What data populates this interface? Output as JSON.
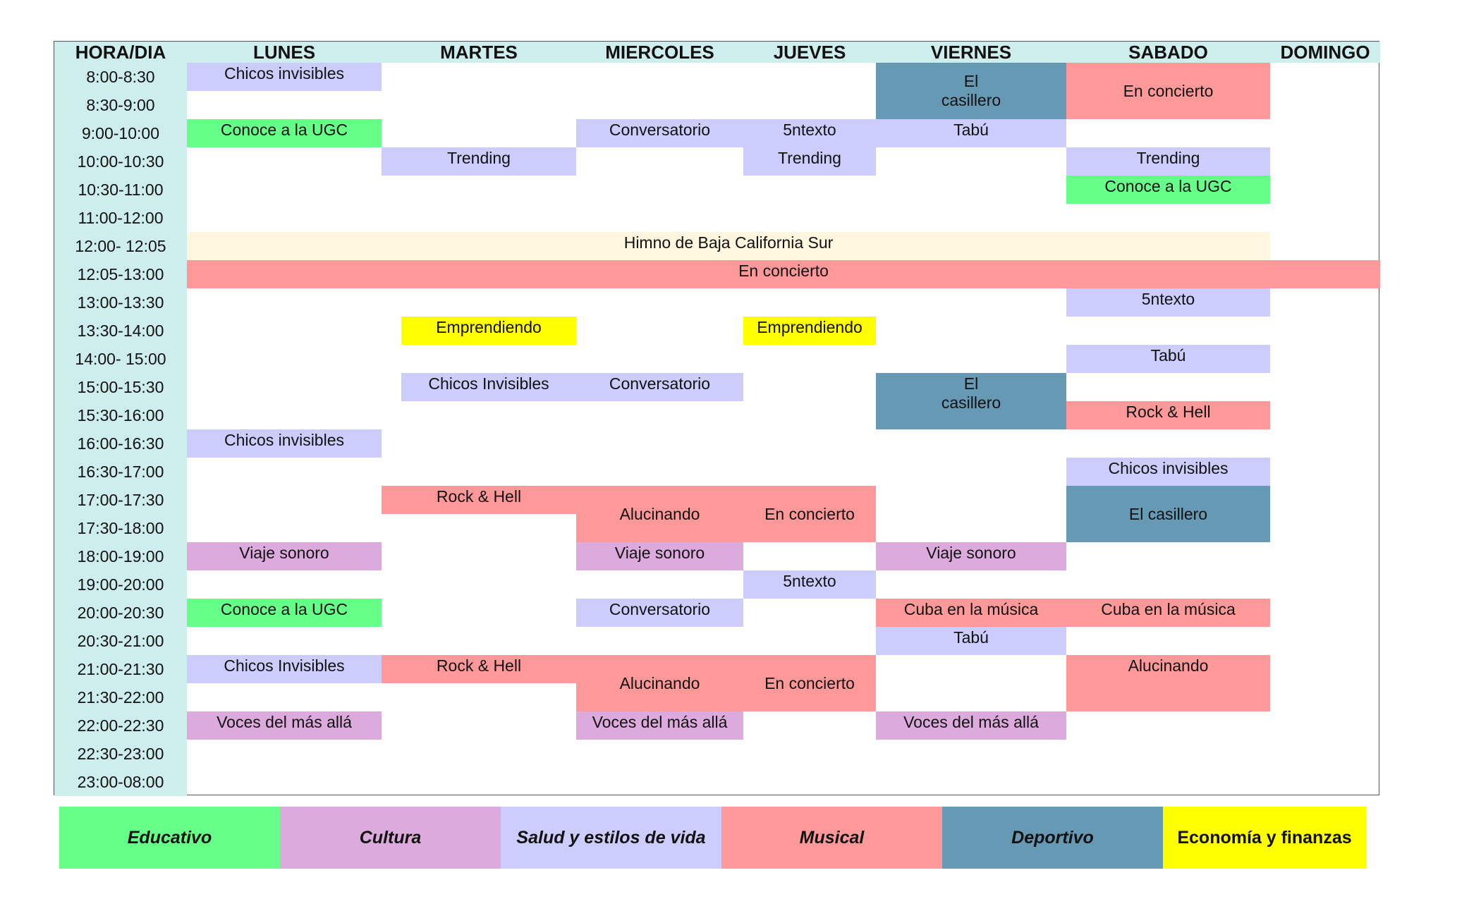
{
  "colors": {
    "header": "#cdeeed",
    "educativo": "#66ff88",
    "cultura": "#ddaadd",
    "salud": "#ccccfd",
    "musical": "#ff9999",
    "deportivo": "#6699b4",
    "economia": "#ffff00",
    "himno": "#fef6de"
  },
  "header": {
    "hora": "HORA/DIA",
    "days": [
      "LUNES",
      "MARTES",
      "MIERCOLES",
      "JUEVES",
      "VIERNES",
      "SABADO",
      "DOMINGO"
    ]
  },
  "times": [
    "8:00-8:30",
    "8:30-9:00",
    "9:00-10:00",
    "10:00-10:30",
    "10:30-11:00",
    "11:00-12:00",
    "12:00- 12:05",
    "12:05-13:00",
    "13:00-13:30",
    "13:30-14:00",
    "14:00- 15:00",
    "15:00-15:30",
    "15:30-16:00",
    "16:00-16:30",
    "16:30-17:00",
    "17:00-17:30",
    "17:30-18:00",
    "18:00-19:00",
    "19:00-20:00",
    "20:00-20:30",
    "20:30-21:00",
    "21:00-21:30",
    "21:30-22:00",
    "22:00-22:30",
    "22:30-23:00",
    "23:00-08:00"
  ],
  "events": [
    {
      "label": "Chicos invisibles",
      "day": "LUNES",
      "row": 0,
      "span": 1,
      "category": "salud"
    },
    {
      "label": "El\ncasillero",
      "day": "VIERNES",
      "row": 0,
      "span": 2,
      "category": "deportivo"
    },
    {
      "label": "En concierto",
      "day": "SABADO",
      "row": 0,
      "span": 2,
      "category": "musical"
    },
    {
      "label": "Conoce a la UGC",
      "day": "LUNES",
      "row": 2,
      "span": 1,
      "category": "educativo"
    },
    {
      "label": "Conversatorio",
      "day": "MIERCOLES",
      "row": 2,
      "span": 1,
      "category": "salud"
    },
    {
      "label": "5ntexto",
      "day": "JUEVES",
      "row": 2,
      "span": 1,
      "category": "salud"
    },
    {
      "label": "Tabú",
      "day": "VIERNES",
      "row": 2,
      "span": 1,
      "category": "salud"
    },
    {
      "label": "Trending",
      "day": "MARTES",
      "row": 3,
      "span": 1,
      "category": "salud"
    },
    {
      "label": "Trending",
      "day": "JUEVES",
      "row": 3,
      "span": 1,
      "category": "salud"
    },
    {
      "label": "Trending",
      "day": "SABADO",
      "row": 3,
      "span": 1,
      "category": "salud"
    },
    {
      "label": "Conoce a la UGC",
      "day": "SABADO",
      "row": 4,
      "span": 1,
      "category": "educativo"
    },
    {
      "label": "Himno de Baja California Sur",
      "day": "LUNES",
      "endDay": "SABADO",
      "row": 6,
      "span": 1,
      "category": "himno"
    },
    {
      "label": "En concierto",
      "day": "LUNES",
      "endDay": "DOMINGO",
      "row": 7,
      "span": 1,
      "category": "musical"
    },
    {
      "label": "5ntexto",
      "day": "SABADO",
      "row": 8,
      "span": 1,
      "category": "salud"
    },
    {
      "label": "Emprendiendo",
      "day": "MARTES",
      "row": 9,
      "span": 1,
      "category": "economia",
      "inset": true
    },
    {
      "label": "Emprendiendo",
      "day": "JUEVES",
      "row": 9,
      "span": 1,
      "category": "economia"
    },
    {
      "label": "Tabú",
      "day": "SABADO",
      "row": 10,
      "span": 1,
      "category": "salud"
    },
    {
      "label": "Chicos Invisibles",
      "day": "MARTES",
      "row": 11,
      "span": 1,
      "category": "salud",
      "inset": true
    },
    {
      "label": "Conversatorio",
      "day": "MIERCOLES",
      "row": 11,
      "span": 1,
      "category": "salud"
    },
    {
      "label": "El\ncasillero",
      "day": "VIERNES",
      "row": 11,
      "span": 2,
      "category": "deportivo",
      "align": "top"
    },
    {
      "label": "Rock & Hell",
      "day": "SABADO",
      "row": 12,
      "span": 1,
      "category": "musical"
    },
    {
      "label": "Chicos invisibles",
      "day": "LUNES",
      "row": 13,
      "span": 1,
      "category": "salud"
    },
    {
      "label": "Chicos invisibles",
      "day": "SABADO",
      "row": 14,
      "span": 1,
      "category": "salud"
    },
    {
      "label": "Rock & Hell",
      "day": "MARTES",
      "row": 15,
      "span": 1,
      "category": "musical"
    },
    {
      "label": "Alucinando",
      "day": "MIERCOLES",
      "row": 15,
      "span": 2,
      "category": "musical"
    },
    {
      "label": "En concierto",
      "day": "JUEVES",
      "row": 15,
      "span": 2,
      "category": "musical"
    },
    {
      "label": "El casillero",
      "day": "SABADO",
      "row": 15,
      "span": 2,
      "category": "deportivo"
    },
    {
      "label": "Viaje sonoro",
      "day": "LUNES",
      "row": 17,
      "span": 1,
      "category": "cultura"
    },
    {
      "label": "Viaje sonoro",
      "day": "MIERCOLES",
      "row": 17,
      "span": 1,
      "category": "cultura"
    },
    {
      "label": "Viaje sonoro",
      "day": "VIERNES",
      "row": 17,
      "span": 1,
      "category": "cultura"
    },
    {
      "label": "5ntexto",
      "day": "JUEVES",
      "row": 18,
      "span": 1,
      "category": "salud"
    },
    {
      "label": "Conoce a la UGC",
      "day": "LUNES",
      "row": 19,
      "span": 1,
      "category": "educativo"
    },
    {
      "label": "Conversatorio",
      "day": "MIERCOLES",
      "row": 19,
      "span": 1,
      "category": "salud"
    },
    {
      "label": "Cuba en la música",
      "day": "VIERNES",
      "row": 19,
      "span": 1,
      "category": "musical"
    },
    {
      "label": "Cuba en la música",
      "day": "SABADO",
      "row": 19,
      "span": 1,
      "category": "musical"
    },
    {
      "label": "Tabú",
      "day": "VIERNES",
      "row": 20,
      "span": 1,
      "category": "salud"
    },
    {
      "label": "Chicos Invisibles",
      "day": "LUNES",
      "row": 21,
      "span": 1,
      "category": "salud"
    },
    {
      "label": "Rock & Hell",
      "day": "MARTES",
      "row": 21,
      "span": 1,
      "category": "musical"
    },
    {
      "label": "Alucinando",
      "day": "MIERCOLES",
      "row": 21,
      "span": 2,
      "category": "musical"
    },
    {
      "label": "En concierto",
      "day": "JUEVES",
      "row": 21,
      "span": 2,
      "category": "musical"
    },
    {
      "label": "Alucinando",
      "day": "SABADO",
      "row": 21,
      "span": 2,
      "category": "musical",
      "align": "top"
    },
    {
      "label": "Voces del más allá",
      "day": "LUNES",
      "row": 23,
      "span": 1,
      "category": "cultura"
    },
    {
      "label": "Voces del más allá",
      "day": "MIERCOLES",
      "row": 23,
      "span": 1,
      "category": "cultura"
    },
    {
      "label": "Voces del más allá",
      "day": "VIERNES",
      "row": 23,
      "span": 1,
      "category": "cultura"
    }
  ],
  "legend": [
    {
      "label": "Educativo",
      "category": "educativo",
      "italic": true
    },
    {
      "label": "Cultura",
      "category": "cultura",
      "italic": true
    },
    {
      "label": "Salud y estilos de vida",
      "category": "salud",
      "italic": true
    },
    {
      "label": "Musical",
      "category": "musical",
      "italic": true
    },
    {
      "label": "Deportivo",
      "category": "deportivo",
      "italic": true
    },
    {
      "label": "Economía y finanzas",
      "category": "economia",
      "italic": false
    }
  ]
}
